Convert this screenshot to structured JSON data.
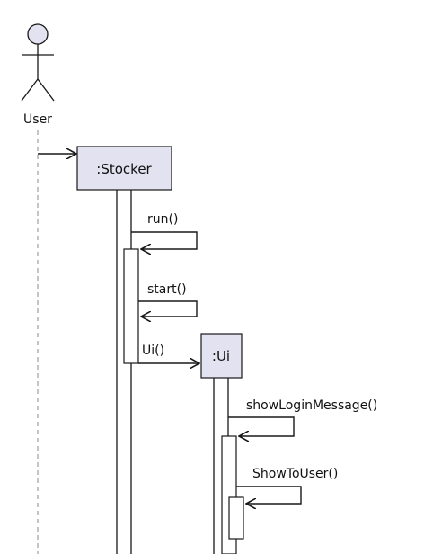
{
  "actor": {
    "label": "User"
  },
  "participants": {
    "stocker": {
      "label": ":Stocker"
    },
    "ui": {
      "label": ":Ui"
    }
  },
  "messages": {
    "run": "run()",
    "start": "start()",
    "ui_create": "Ui()",
    "show_login": "showLoginMessage()",
    "show_to_user": "ShowToUser()"
  },
  "colors": {
    "participant_fill": "#e2e2f0",
    "participant_border": "#181818",
    "actor_fill": "#e2e2f0",
    "line": "#181818",
    "activation_fill": "#ffffff"
  }
}
